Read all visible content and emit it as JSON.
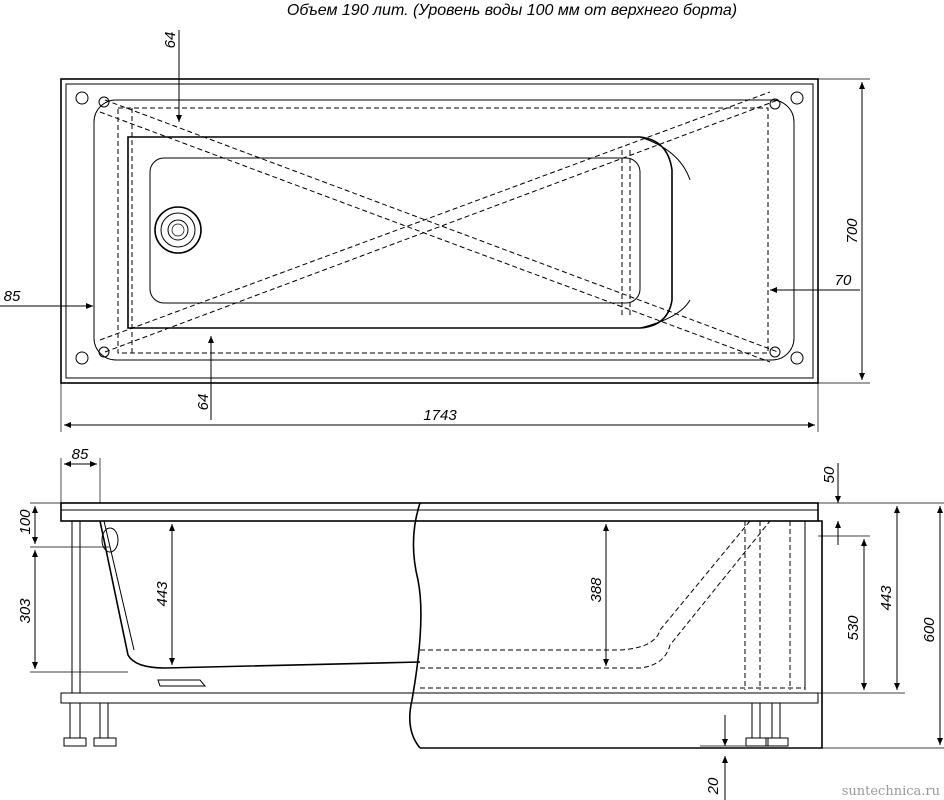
{
  "caption": "Объем 190 лит. (Уровень воды 100 мм от верхнего борта)",
  "watermark": "suntechnica.ru",
  "top_view": {
    "dims": {
      "inner_offset_top": "64",
      "inner_offset_bottom": "64",
      "left_edge": "85",
      "right_edge": "70",
      "width": "700",
      "length": "1743"
    }
  },
  "side_view": {
    "dims": {
      "left_edge": "85",
      "rim_top": "50",
      "rim_height": "100",
      "leg_height": "303",
      "inner_depth": "443",
      "water_depth": "388",
      "panel_height": "530",
      "tub_height": "443",
      "total_height": "600",
      "foot_adjust": "20"
    }
  }
}
